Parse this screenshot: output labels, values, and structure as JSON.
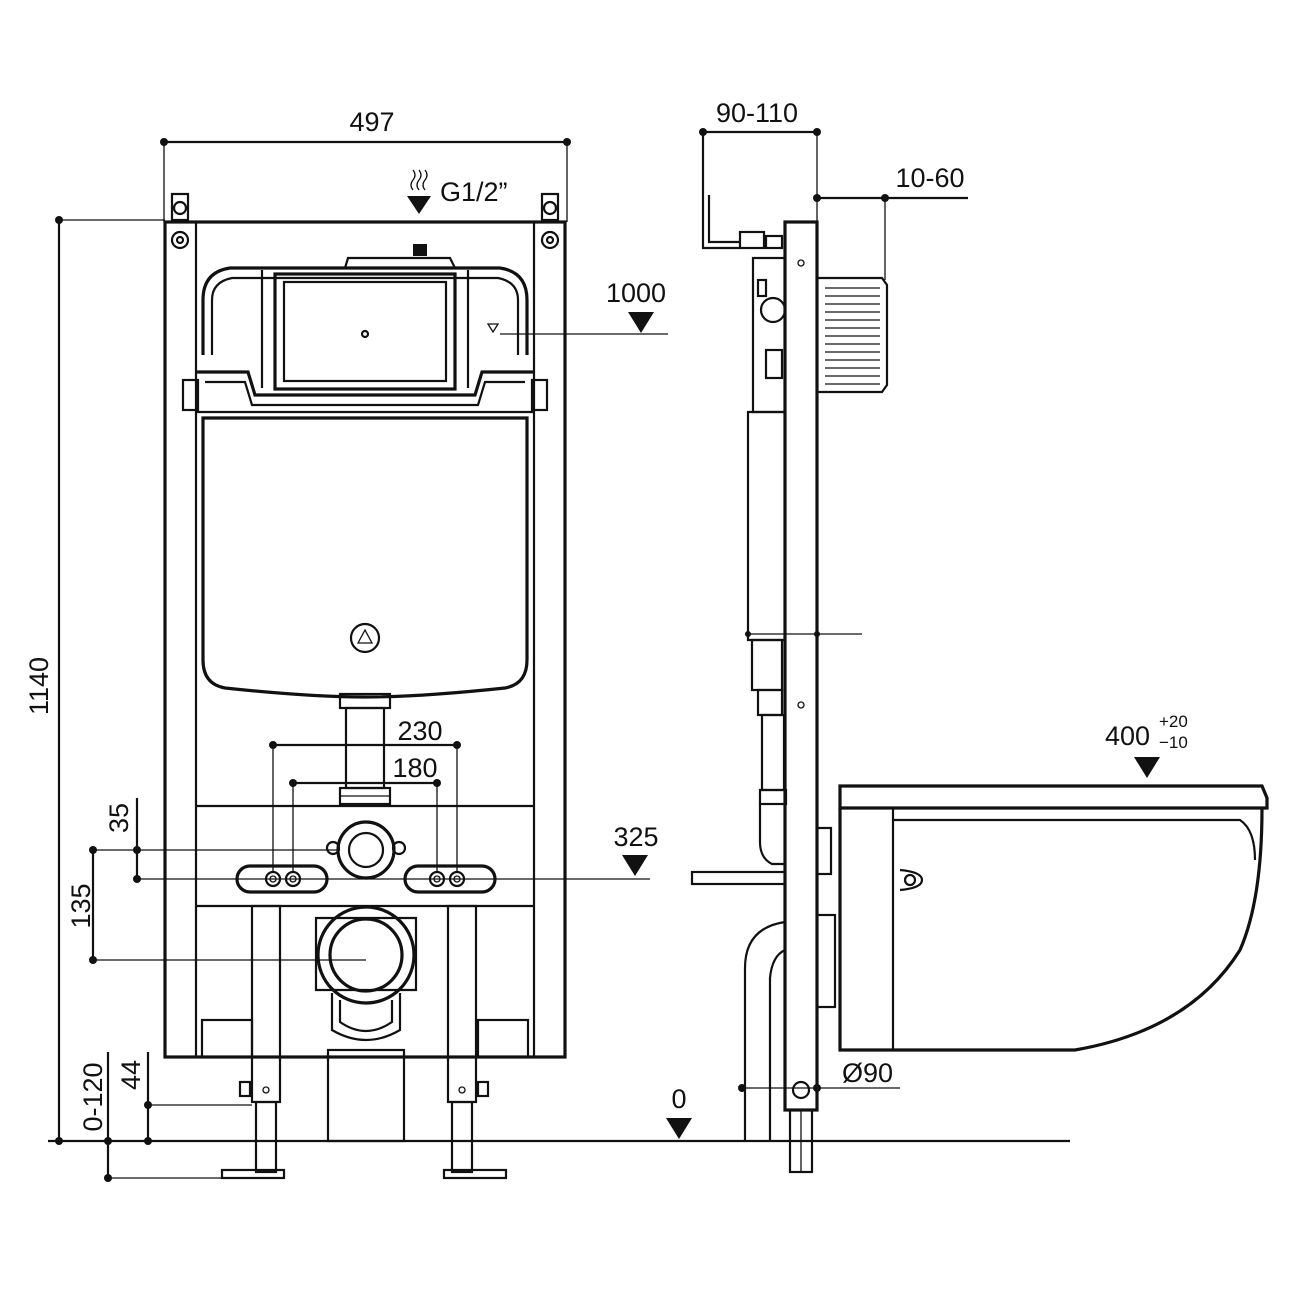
{
  "front_view": {
    "width_label": "497",
    "height_label": "1140",
    "water_inlet_label": "G1/2”",
    "actuator_height_label": "1000",
    "bolt_spacing_outer_label": "230",
    "bolt_spacing_inner_label": "180",
    "bolt_height_label": "325",
    "bolt_slot_label": "35",
    "drain_offset_label": "135",
    "foot_height_label": "44",
    "foot_adjust_label": "0-120"
  },
  "side_view": {
    "depth_label": "90-110",
    "wall_finish_label": "10-60",
    "bowl_projection_label": "400",
    "bowl_tol_plus": "+20",
    "bowl_tol_minus": "−10",
    "drain_diameter_label": "Ø90",
    "floor_level_label": "0"
  }
}
